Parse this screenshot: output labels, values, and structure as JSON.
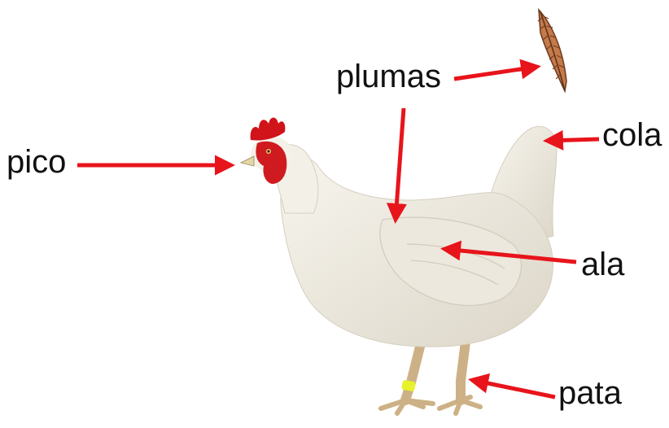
{
  "labels": {
    "pico": "pico",
    "plumas": "plumas",
    "cola": "cola",
    "ala": "ala",
    "pata": "pata"
  },
  "colors": {
    "arrow": "#e8141b",
    "feathers": "#f2efe6",
    "feather_shadow": "#d9d3c6",
    "comb": "#d0141a",
    "beak": "#e6d7a8",
    "legs": "#dcc49a",
    "leg_band": "#e8f22a",
    "quill": "#b5673d"
  },
  "illustration": {
    "subject": "white-hen",
    "feather_icon": "feather-icon"
  }
}
